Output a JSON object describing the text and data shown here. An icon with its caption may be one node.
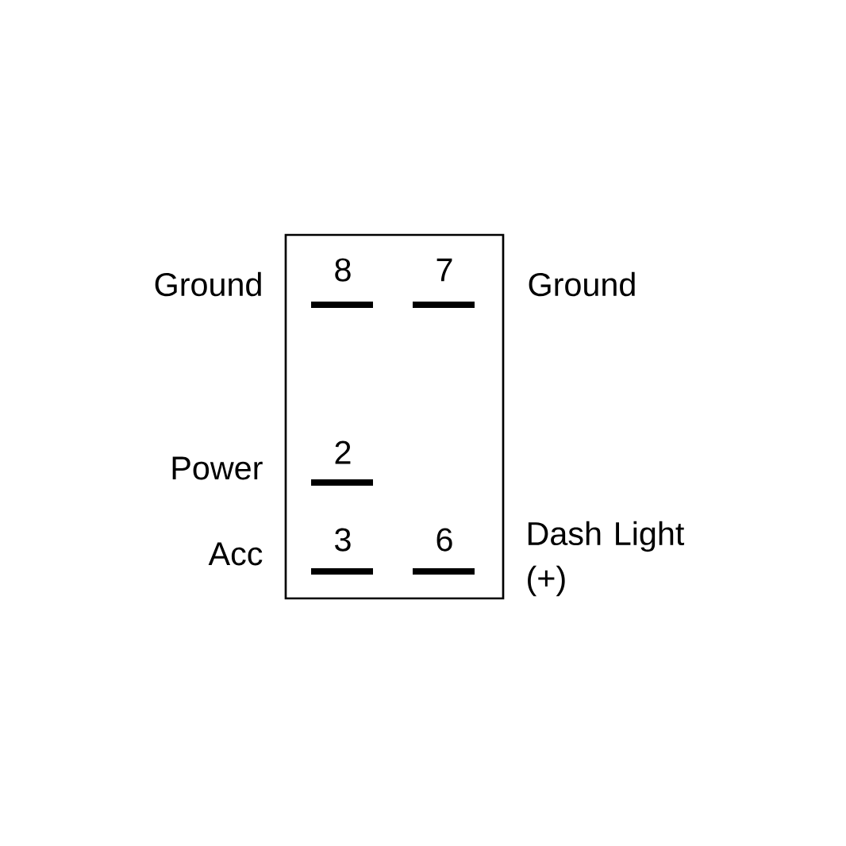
{
  "diagram": {
    "nodes": [
      {
        "text": [],
        "shape": "box"
      },
      {
        "text": [
          "8"
        ],
        "in": 0,
        "beside": [
          "Ground"
        ]
      },
      {
        "text": [
          "7"
        ],
        "in": 0,
        "beside": [
          "Ground"
        ]
      },
      {
        "text": [
          "2"
        ],
        "in": 0,
        "beside": [
          "Power"
        ]
      },
      {
        "text": [
          "3"
        ],
        "in": 0,
        "beside": [
          "Acc"
        ]
      },
      {
        "text": [
          "6"
        ],
        "in": 0,
        "beside": [
          "Dash Light (+)"
        ]
      }
    ],
    "edges": []
  }
}
